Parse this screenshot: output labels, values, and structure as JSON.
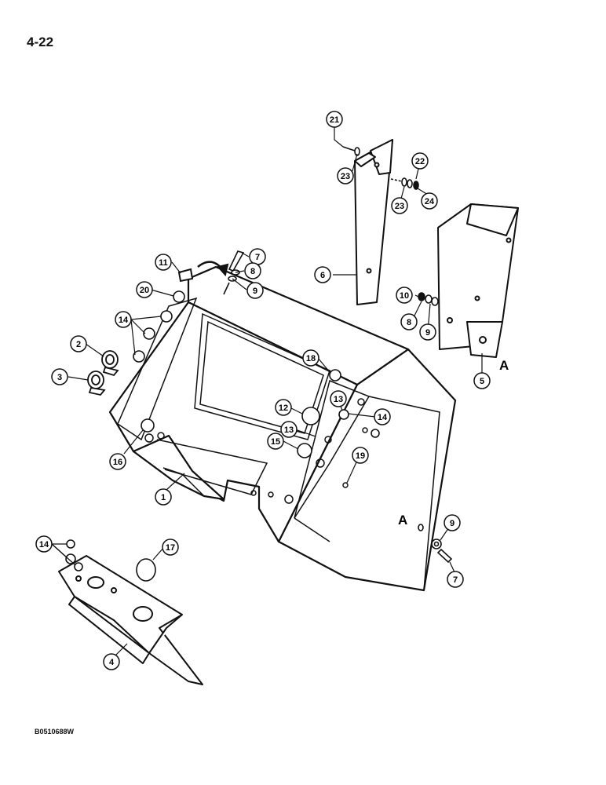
{
  "page": {
    "number": "4-22",
    "figure_code": "B0510688W"
  },
  "reference_letters": [
    "A",
    "A"
  ],
  "callouts": [
    "21",
    "23",
    "22",
    "23",
    "24",
    "7",
    "11",
    "8",
    "6",
    "9",
    "20",
    "10",
    "8",
    "9",
    "14",
    "2",
    "18",
    "3",
    "12",
    "13",
    "14",
    "13",
    "15",
    "16",
    "19",
    "5",
    "1",
    "9",
    "14",
    "17",
    "7",
    "4"
  ]
}
